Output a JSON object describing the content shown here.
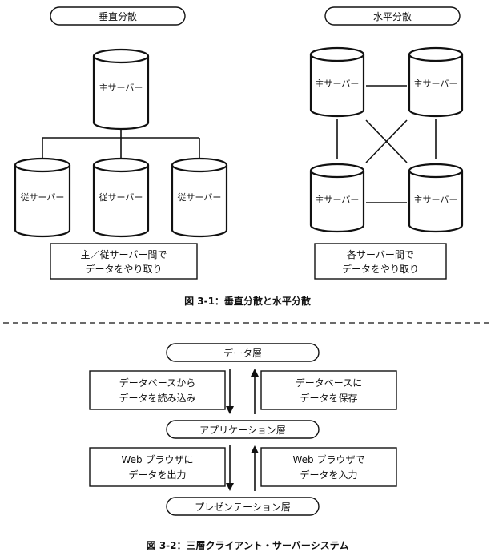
{
  "figure1": {
    "vertical_title": "垂直分散",
    "horizontal_title": "水平分散",
    "main_server_label": "主サーバー",
    "sub_server_label": "従サーバー",
    "vertical_note_line1": "主／従サーバー間で",
    "vertical_note_line2": "データをやり取り",
    "horizontal_note_line1": "各サーバー間で",
    "horizontal_note_line2": "データをやり取り",
    "caption": "図 3-1：垂直分散と水平分散"
  },
  "figure2": {
    "layers": {
      "data": "データ層",
      "application": "アプリケーション層",
      "presentation": "プレゼンテーション層"
    },
    "upper_left_line1": "データベースから",
    "upper_left_line2": "データを読み込み",
    "upper_right_line1": "データベースに",
    "upper_right_line2": "データを保存",
    "lower_left_line1": "Web ブラウザに",
    "lower_left_line2": "データを出力",
    "lower_right_line1": "Web ブラウザで",
    "lower_right_line2": "データを入力",
    "caption": "図 3-2：三層クライアント・サーバーシステム"
  }
}
